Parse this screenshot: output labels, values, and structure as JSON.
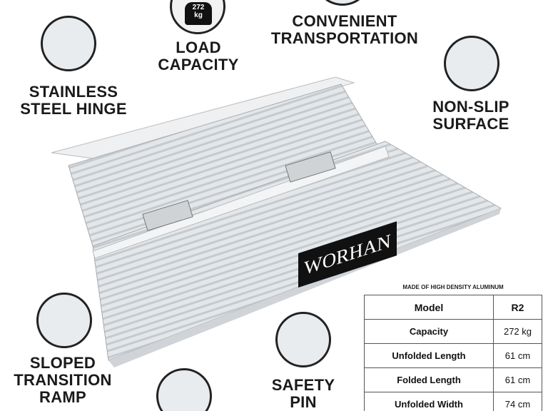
{
  "features": {
    "hinge": [
      "STAINLESS",
      "STEEL HINGE"
    ],
    "load": [
      "LOAD",
      "CAPACITY"
    ],
    "load_badge": [
      "272",
      "kg"
    ],
    "transport": [
      "CONVENIENT",
      "TRANSPORTATION"
    ],
    "nonslip": [
      "NON-SLIP",
      "SURFACE"
    ],
    "sloped": [
      "SLOPED",
      "TRANSITION",
      "RAMP"
    ],
    "pin": [
      "SAFETY",
      "PIN"
    ]
  },
  "brand": "WORHAN",
  "specs": {
    "title": "MADE OF HIGH DENSITY ALUMINUM",
    "rows": [
      [
        "Model",
        "R2"
      ],
      [
        "Capacity",
        "272 kg"
      ],
      [
        "Unfolded Length",
        "61 cm"
      ],
      [
        "Folded Length",
        "61 cm"
      ],
      [
        "Unfolded Width",
        "74 cm"
      ]
    ]
  },
  "colors": {
    "text": "#1a1a1a",
    "aluminum": "#dfe3e6",
    "brand_bg": "#111111"
  }
}
